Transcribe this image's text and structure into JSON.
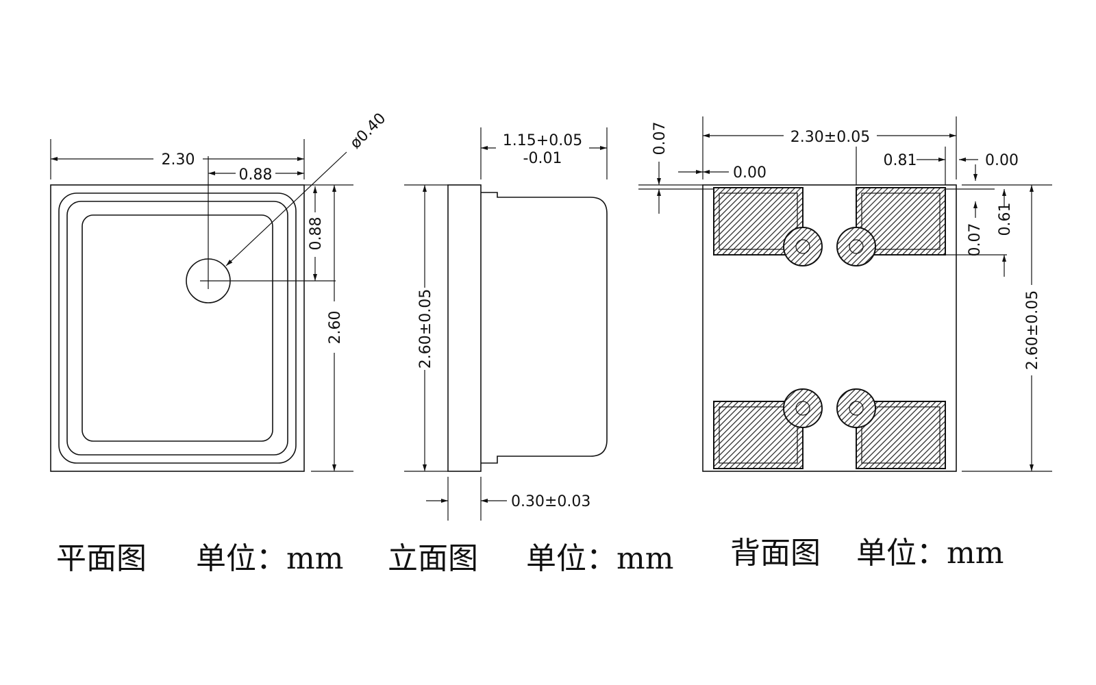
{
  "top_view": {
    "width_label": "2.30",
    "offset_x_label": "0.88",
    "offset_y_label": "0.88",
    "height_label": "2.60",
    "hole_label": "ø0.40",
    "caption": "平面图",
    "unit": "单位：mm"
  },
  "side_view": {
    "depth_label_line1": "1.15+0.05",
    "depth_label_line2": "-0.01",
    "height_label": "2.60±0.05",
    "base_label": "0.30±0.03",
    "caption": "立面图",
    "unit": "单位：mm"
  },
  "back_view": {
    "width_label": "2.30±0.05",
    "left_offset_label": "0.00",
    "pad_width_label": "0.81",
    "right_offset_label": "0.00",
    "top_gap_label": "0.07",
    "right_gap_label": "0.07",
    "pad_height_label": "0.61",
    "height_label": "2.60±0.05",
    "caption": "背面图",
    "unit": "单位：mm"
  }
}
